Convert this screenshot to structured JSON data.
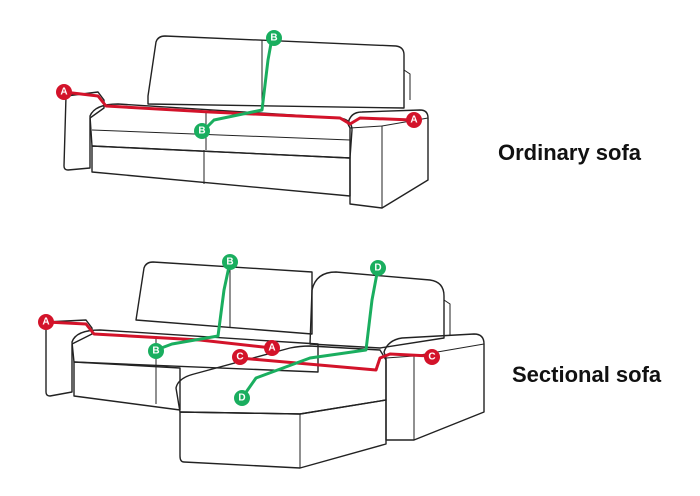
{
  "colors": {
    "measure_width": "#d3132a",
    "measure_depth": "#1aae5f",
    "sofa_fill_plain": "#ffffff",
    "sofa_fill_chaise": "#e3e3e3",
    "outline": "#222222"
  },
  "ordinary": {
    "caption": "Ordinary sofa",
    "markers": {
      "a": "A",
      "b": "B"
    }
  },
  "sectional": {
    "caption": "Sectional sofa",
    "markers": {
      "a": "A",
      "b": "B",
      "c": "C",
      "d": "D"
    }
  }
}
